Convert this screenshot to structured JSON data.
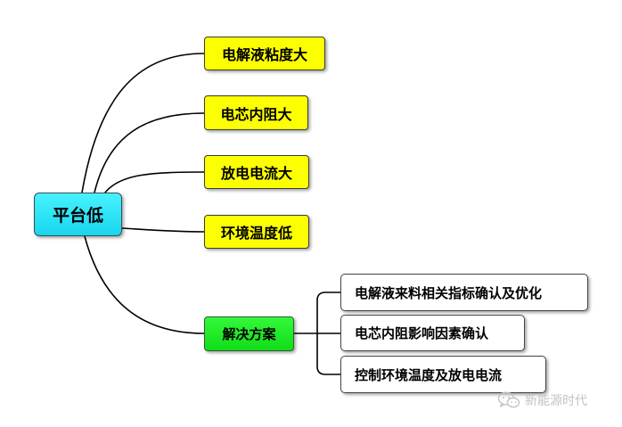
{
  "root": {
    "label": "平台低",
    "color": "#2ee4f7"
  },
  "causes": [
    {
      "label": "电解液粘度大"
    },
    {
      "label": "电芯内阻大"
    },
    {
      "label": "放电电流大"
    },
    {
      "label": "环境温度低"
    }
  ],
  "solution": {
    "label": "解决方案",
    "color": "#22ee28",
    "items": [
      {
        "label": "电解液来料相关指标确认及优化"
      },
      {
        "label": "电芯内阻影响因素确认"
      },
      {
        "label": "控制环境温度及放电电流"
      }
    ]
  },
  "watermark": {
    "text": "新能源时代",
    "icon": "wechat-icon"
  },
  "colors": {
    "leaf": "#fcff00",
    "line": "#000000"
  }
}
